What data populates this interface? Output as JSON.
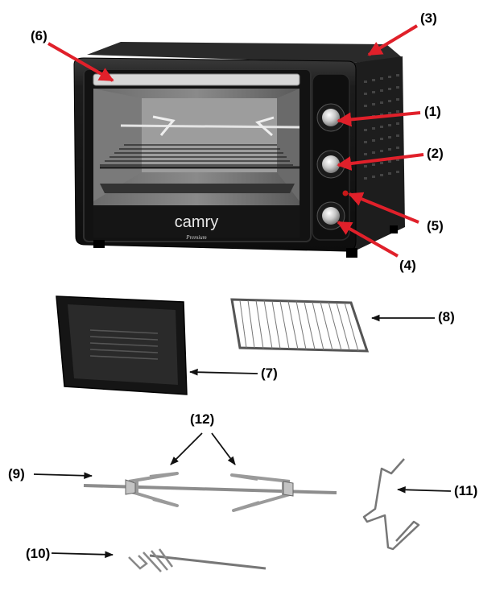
{
  "labels": {
    "l1": "(1)",
    "l2": "(2)",
    "l3": "(3)",
    "l4": "(4)",
    "l5": "(5)",
    "l6": "(6)",
    "l7": "(7)",
    "l8": "(8)",
    "l9": "(9)",
    "l10": "(10)",
    "l11": "(11)",
    "l12": "(12)"
  },
  "brand": {
    "name": "camry",
    "sub": "Premium"
  },
  "colors": {
    "oven_body": "#1a1a1a",
    "arrow_red": "#e0202a",
    "arrow_black": "#111111",
    "metal": "#9a9a9a"
  }
}
